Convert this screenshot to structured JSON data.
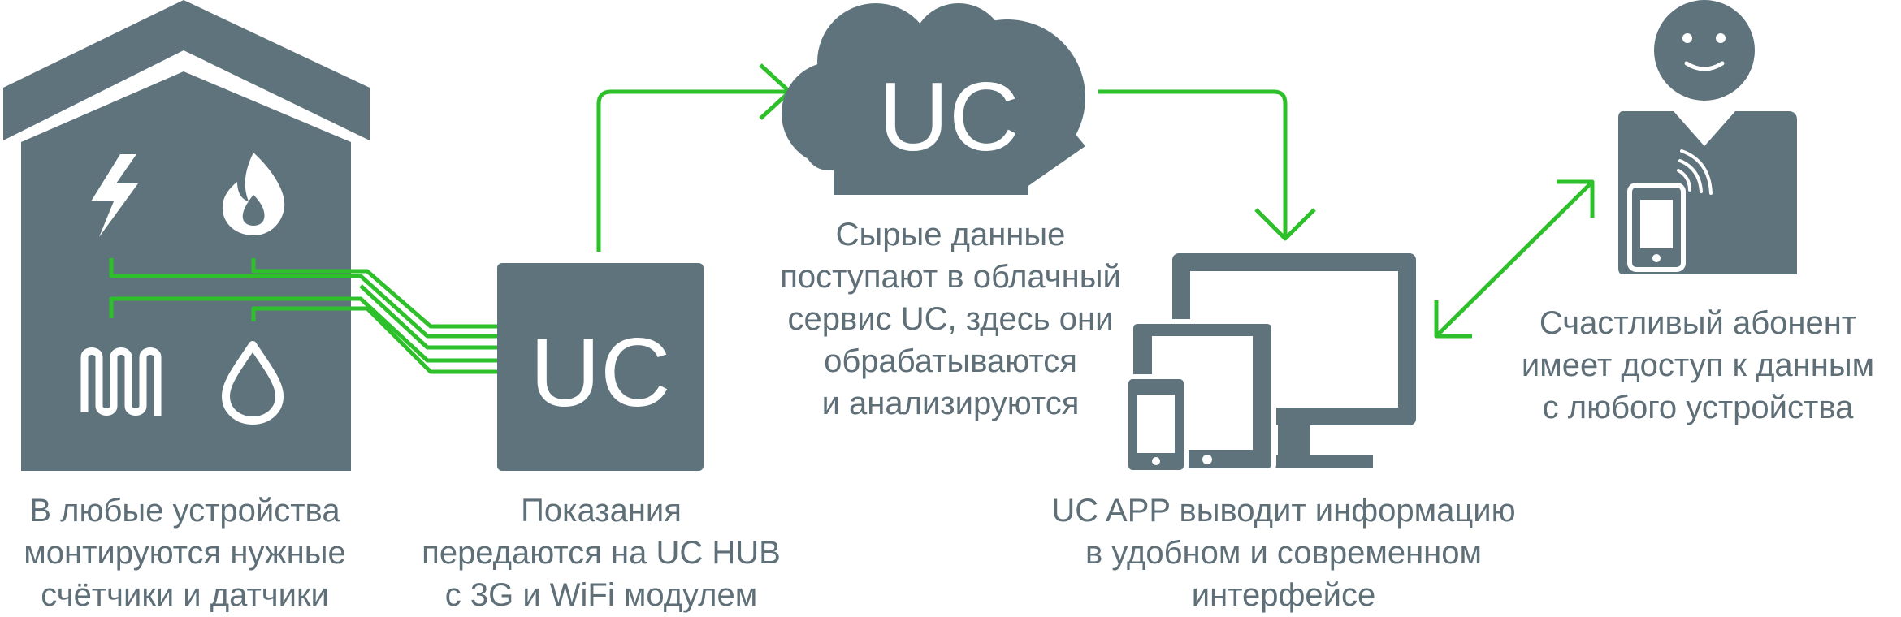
{
  "colors": {
    "slate": "#5f737d",
    "arrow_green": "#2ec02a",
    "text": "#5f6f78",
    "white": "#ffffff"
  },
  "icons": [
    "house-icon",
    "lightning-icon",
    "flame-icon",
    "heater-icon",
    "water-drop-icon",
    "hub-box-icon",
    "cloud-icon",
    "monitor-icon",
    "tablet-icon",
    "phone-icon",
    "person-icon",
    "smartphone-wireless-icon"
  ],
  "hub": {
    "label": "UC"
  },
  "cloud": {
    "label": "UC"
  },
  "captions": {
    "house": [
      "В любые устройства",
      "монтируются нужные",
      "счётчики и датчики"
    ],
    "hub": [
      "Показания",
      "передаются на UC HUB",
      "с 3G и WiFi модулем"
    ],
    "cloud": [
      "Сырые данные",
      "поступают в облачный",
      "сервис UC, здесь они",
      "обрабатываются",
      "и анализируются"
    ],
    "devices": [
      "UC APP выводит информацию",
      "в удобном и современном",
      "интерфейсе"
    ],
    "person": [
      "Счастливый абонент",
      "имеет доступ к данным",
      "с любого устройства"
    ]
  }
}
